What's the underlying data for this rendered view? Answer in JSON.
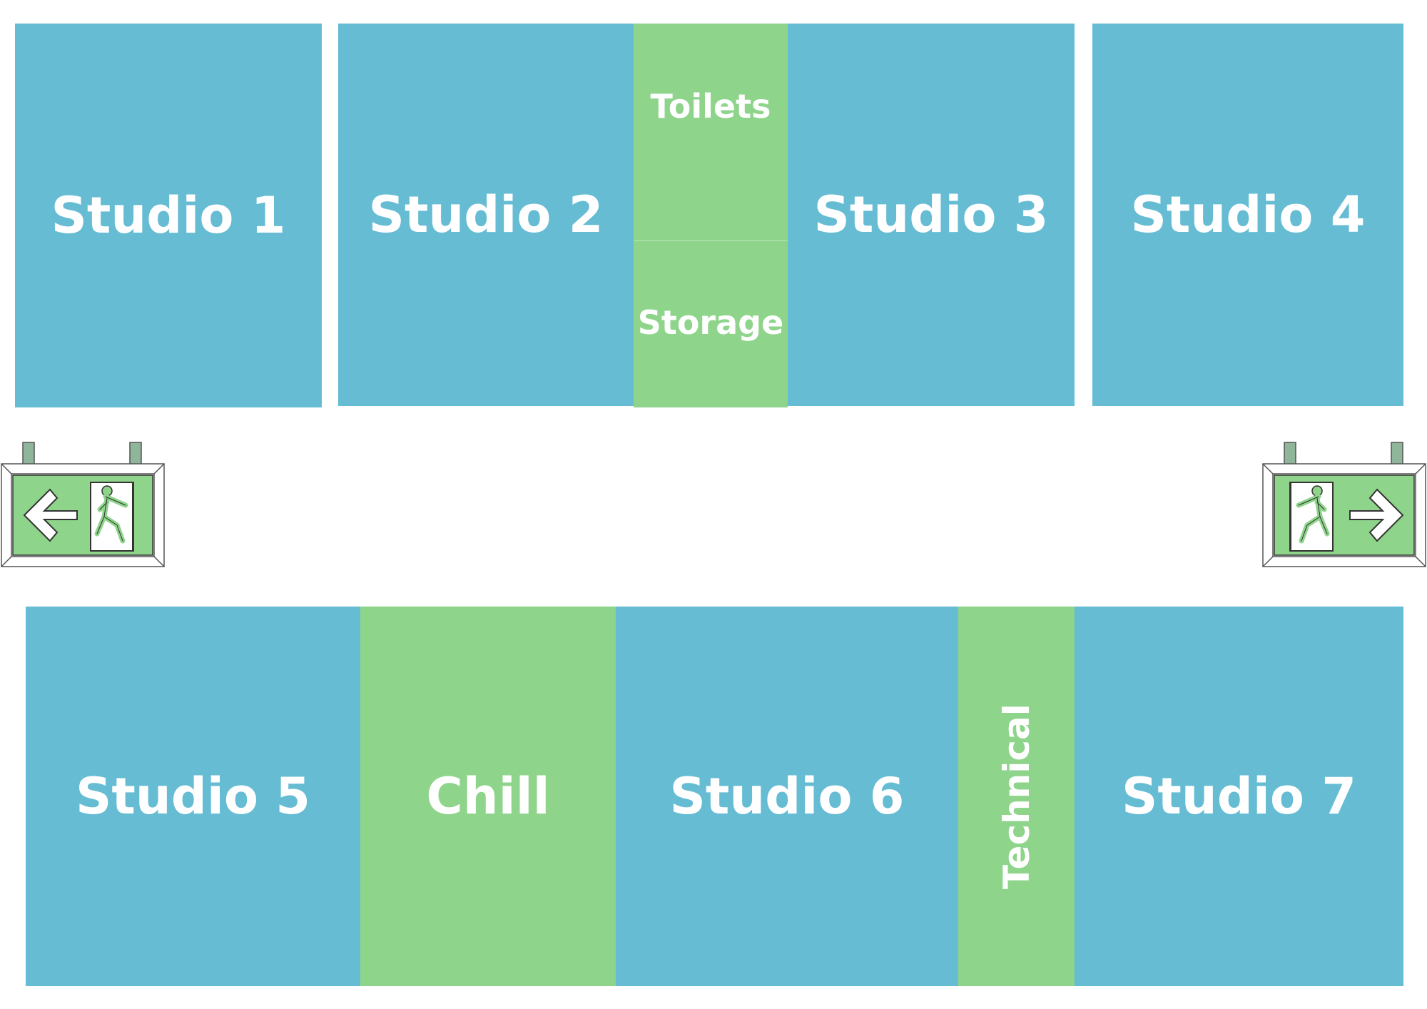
{
  "colors": {
    "studio": "#65bcd3",
    "amenity": "#8ed48b",
    "label": "#ffffff",
    "background": "#ffffff"
  },
  "top_row": {
    "studio_1": "Studio 1",
    "studio_2": "Studio 2",
    "toilets": "Toilets",
    "storage": "Storage",
    "studio_3": "Studio 3",
    "studio_4": "Studio 4"
  },
  "bottom_row": {
    "studio_5": "Studio 5",
    "chill": "Chill",
    "studio_6": "Studio 6",
    "technical": "Technical",
    "studio_7": "Studio 7"
  },
  "exit_signs": {
    "left": {
      "arrow": "left-arrow-icon",
      "figure": "running-man-icon"
    },
    "right": {
      "arrow": "right-arrow-icon",
      "figure": "running-man-icon"
    }
  }
}
